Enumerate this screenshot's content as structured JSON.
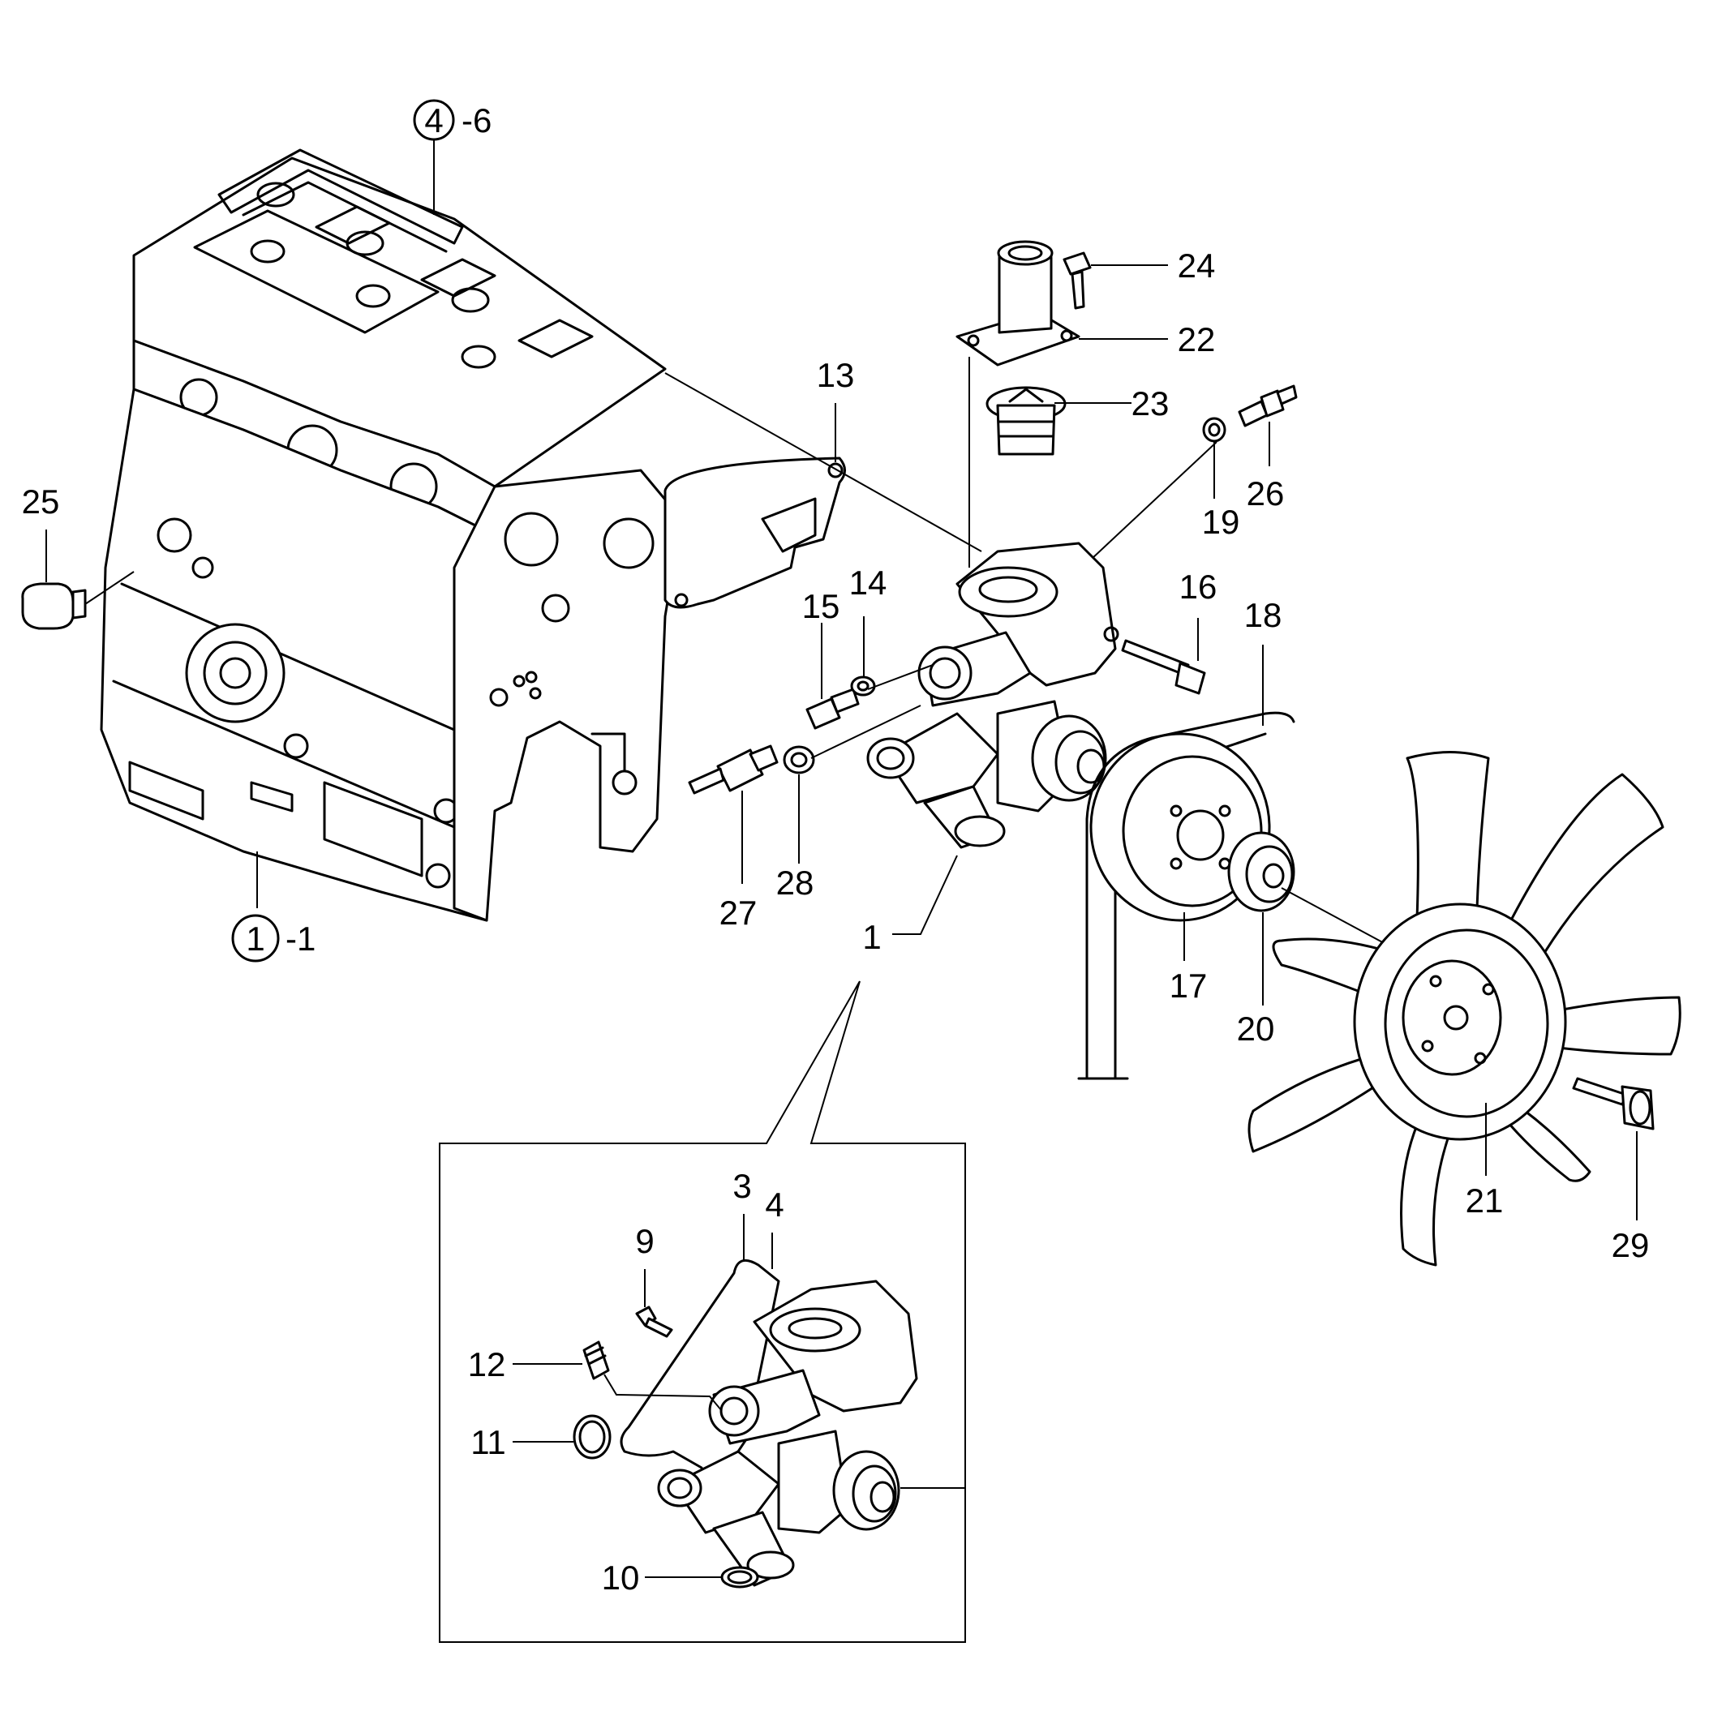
{
  "callouts": {
    "ref_4": "4",
    "ref_4_suffix": "-6",
    "ref_1": "1",
    "ref_1_suffix": "-1",
    "n25": "25",
    "n13": "13",
    "n24": "24",
    "n22": "22",
    "n23": "23",
    "n19": "19",
    "n26": "26",
    "n15": "15",
    "n14": "14",
    "n16": "16",
    "n18": "18",
    "n27": "27",
    "n28": "28",
    "n1": "1",
    "n17": "17",
    "n20": "20",
    "n21": "21",
    "n29": "29",
    "n3": "3",
    "n4": "4",
    "n9": "9",
    "n12": "12",
    "n11": "11",
    "n10": "10"
  }
}
